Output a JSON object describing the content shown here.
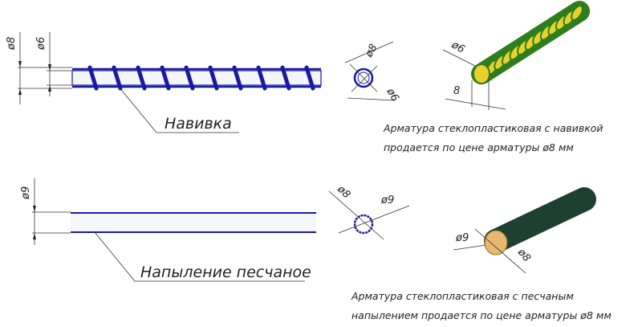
{
  "top": {
    "dims": {
      "outer": "ø8",
      "inner": "ø6"
    },
    "label": "Навивка",
    "section_dims": {
      "outer": "ø8",
      "inner": "ø6"
    },
    "iso_dims": {
      "diameter": "ø6",
      "pitch": "8"
    },
    "caption": [
      "Арматура стеклопластиковая с навивкой",
      "продается по цене арматуры ø8 мм"
    ]
  },
  "bottom": {
    "dims": {
      "outer": "ø9"
    },
    "label": "Напыление песчаное",
    "section_dims": {
      "inner": "ø8",
      "outer": "ø9"
    },
    "iso_dims": {
      "outer": "ø9",
      "inner": "ø8"
    },
    "caption": [
      "Арматура стеклопластиковая с песчаным",
      "напылением продается по цене арматуры ø8 мм"
    ]
  },
  "colors": {
    "outline": "#1a1aa0",
    "winding": "#2e7d1f",
    "core_yellow": "#e8d22a",
    "rod_dark": "#1e4030",
    "rod_end": "#e8b870"
  }
}
